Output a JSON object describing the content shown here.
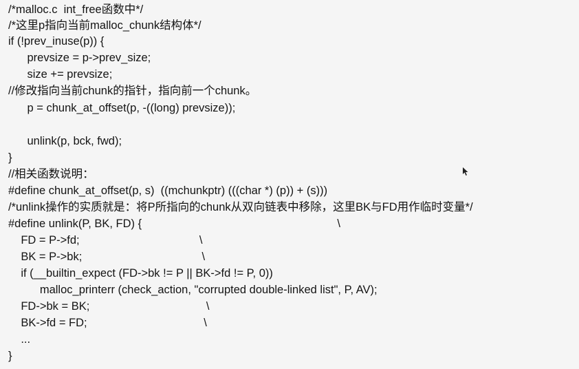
{
  "document": {
    "lines": [
      "/*malloc.c  int_free函数中*/",
      "/*这里p指向当前malloc_chunk结构体*/",
      "if (!prev_inuse(p)) {",
      "      prevsize = p->prev_size;",
      "      size += prevsize;",
      "//修改指向当前chunk的指针，指向前一个chunk。",
      "      p = chunk_at_offset(p, -((long) prevsize));",
      "",
      "      unlink(p, bck, fwd);",
      "}",
      "//相关函数说明：",
      "#define chunk_at_offset(p, s)  ((mchunkptr) (((char *) (p)) + (s)))",
      "/*unlink操作的实质就是：将P所指向的chunk从双向链表中移除，这里BK与FD用作临时变量*/",
      "#define unlink(P, BK, FD) {                                                              \\",
      "    FD = P->fd;                                      \\",
      "    BK = P->bk;                                      \\",
      "    if (__builtin_expect (FD->bk != P || BK->fd != P, 0))",
      "          malloc_printerr (check_action, \"corrupted double-linked list\", P, AV);",
      "    FD->bk = BK;                                     \\",
      "    BK->fd = FD;                                     \\",
      "    ...",
      "}"
    ]
  },
  "colors": {
    "background": "#f5f5f5",
    "text": "#141414"
  },
  "icons": {
    "cursor": "mouse-pointer-icon"
  }
}
